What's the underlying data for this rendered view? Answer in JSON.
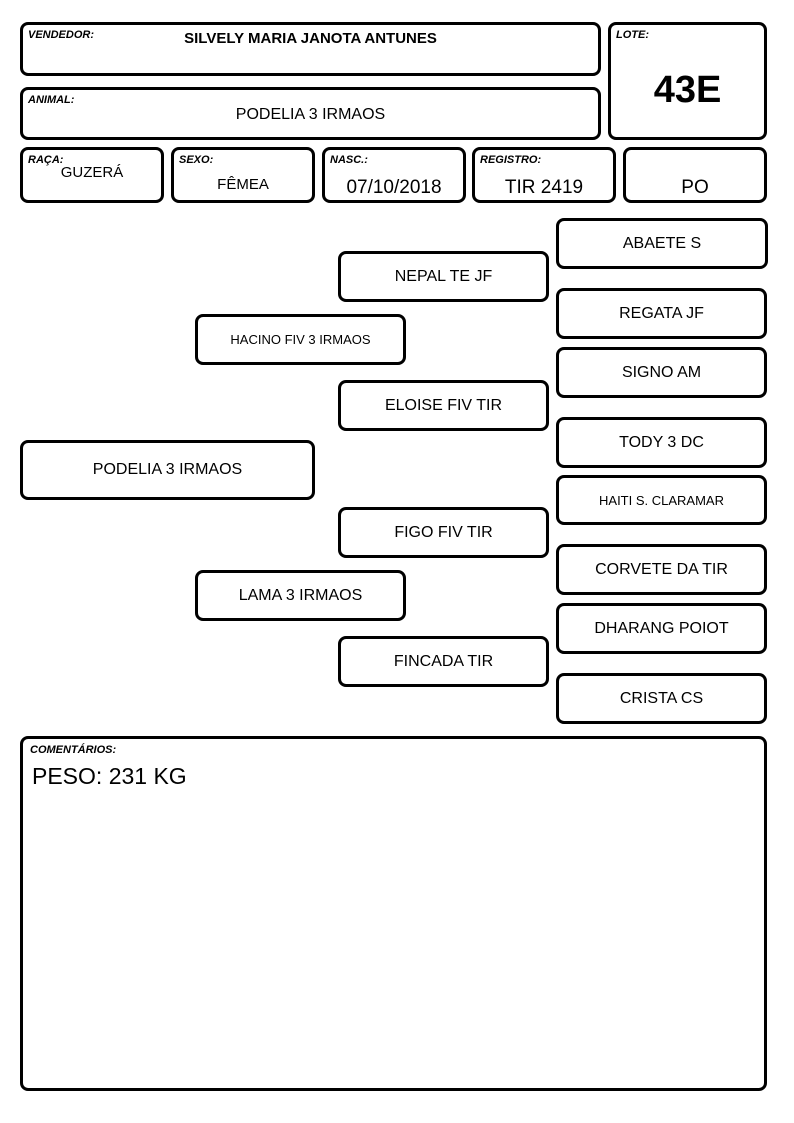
{
  "header": {
    "vendedor_label": "VENDEDOR:",
    "vendedor": "SILVELY MARIA JANOTA ANTUNES",
    "lote_label": "LOTE:",
    "lote": "43E",
    "animal_label": "ANIMAL:",
    "animal": "PODELIA 3 IRMAOS",
    "raca_label": "RAÇA:",
    "raca": "GUZERÁ",
    "sexo_label": "SEXO:",
    "sexo": "FÊMEA",
    "nasc_label": "NASC.:",
    "nasc": "07/10/2018",
    "registro_label": "REGISTRO:",
    "registro": "TIR 2419",
    "tipo": "PO"
  },
  "pedigree": {
    "animal": "PODELIA 3 IRMAOS",
    "sire": "HACINO FIV 3 IRMAOS",
    "dam": "LAMA 3 IRMAOS",
    "sire_sire": "NEPAL TE JF",
    "sire_dam": "ELOISE FIV TIR",
    "dam_sire": "FIGO FIV TIR",
    "dam_dam": "FINCADA TIR",
    "gg": [
      "ABAETE S",
      "REGATA JF",
      "SIGNO AM",
      "TODY 3 DC",
      "HAITI S. CLARAMAR",
      "CORVETE DA TIR",
      "DHARANG POIOT",
      "CRISTA CS"
    ]
  },
  "comments": {
    "label": "COMENTÁRIOS:",
    "text": "PESO: 231 KG"
  }
}
